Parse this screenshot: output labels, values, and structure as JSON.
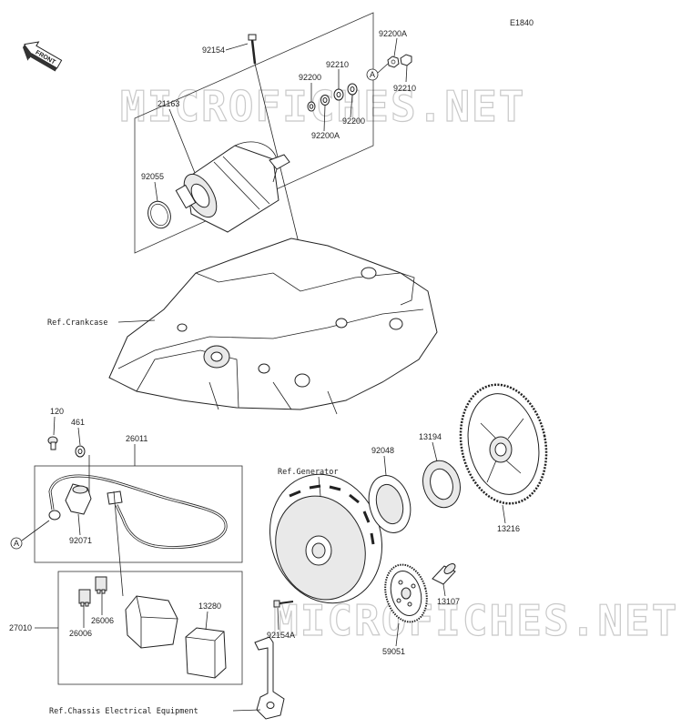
{
  "diagram_code": "E1840",
  "front_label": "FRONT",
  "watermark": "MICROFICHES.NET",
  "refs": {
    "crankcase": "Ref.Crankcase",
    "generator": "Ref.Generator",
    "chassis": "Ref.Chassis Electrical Equipment"
  },
  "callout_marker": "A",
  "parts": {
    "p92154": "92154",
    "p92200A_top": "92200A",
    "p92210_top": "92210",
    "p92200_top": "92200",
    "p92210_right": "92210",
    "p21163": "21163",
    "p92200_mid": "92200",
    "p92200A_mid": "92200A",
    "p92055": "92055",
    "p120": "120",
    "p461": "461",
    "p26011": "26011",
    "p92071": "92071",
    "p27010": "27010",
    "p26006_a": "26006",
    "p26006_b": "26006",
    "p13280": "13280",
    "p92048": "92048",
    "p13194": "13194",
    "p13216": "13216",
    "p92154A": "92154A",
    "p13107": "13107",
    "p59051": "59051"
  }
}
